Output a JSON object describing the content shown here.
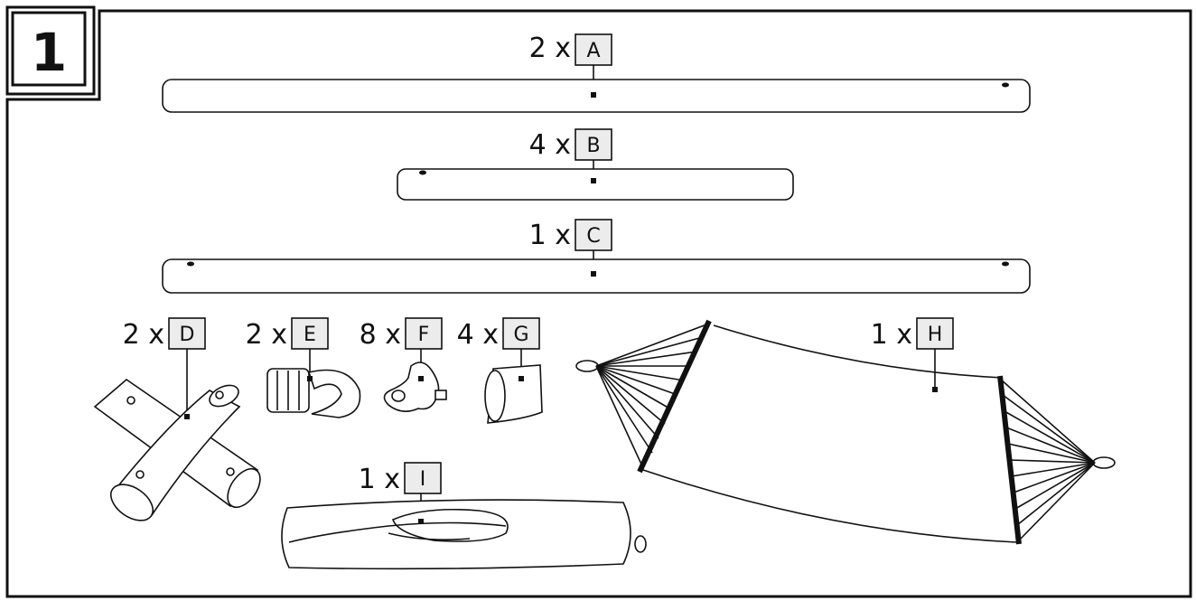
{
  "step": {
    "number": "1"
  },
  "parts": [
    {
      "id": "A",
      "quantity": "2 x",
      "letter": "A"
    },
    {
      "id": "B",
      "quantity": "4 x",
      "letter": "B"
    },
    {
      "id": "C",
      "quantity": "1 x",
      "letter": "C"
    },
    {
      "id": "D",
      "quantity": "2 x",
      "letter": "D"
    },
    {
      "id": "E",
      "quantity": "2 x",
      "letter": "E"
    },
    {
      "id": "F",
      "quantity": "8 x",
      "letter": "F"
    },
    {
      "id": "G",
      "quantity": "4 x",
      "letter": "G"
    },
    {
      "id": "H",
      "quantity": "1 x",
      "letter": "H"
    },
    {
      "id": "I",
      "quantity": "1 x",
      "letter": "I"
    }
  ]
}
